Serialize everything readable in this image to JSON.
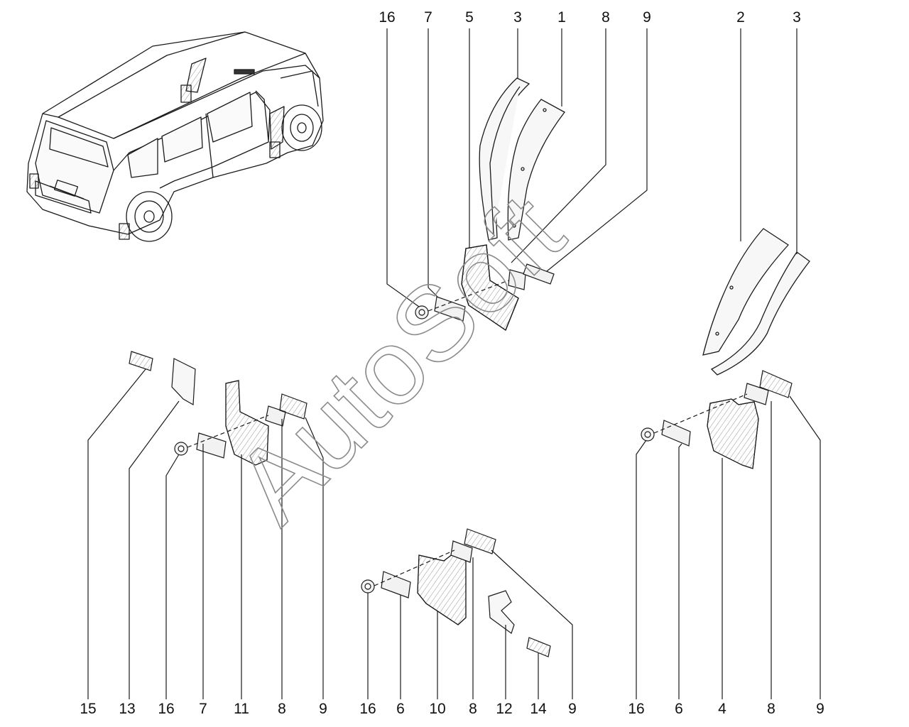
{
  "watermark": "AutoSoft",
  "colors": {
    "line": "#1a1a1a",
    "part_fill": "#f2f2f2",
    "watermark_stroke": "#8a8a8a"
  },
  "callouts": {
    "top_16": "16",
    "top_7": "7",
    "top_5": "5",
    "top_3a": "3",
    "top_1": "1",
    "top_8": "8",
    "top_9": "9",
    "top_2": "2",
    "top_3b": "3",
    "bl_15": "15",
    "bl_13": "13",
    "bl_16": "16",
    "bl_7": "7",
    "bl_11": "11",
    "bl_8": "8",
    "bl_9": "9",
    "bm_16": "16",
    "bm_6": "6",
    "bm_10": "10",
    "bm_8": "8",
    "bm_12": "12",
    "bm_14": "14",
    "bm_9": "9",
    "br_16": "16",
    "br_6": "6",
    "br_4": "4",
    "br_8": "8",
    "br_9": "9"
  }
}
